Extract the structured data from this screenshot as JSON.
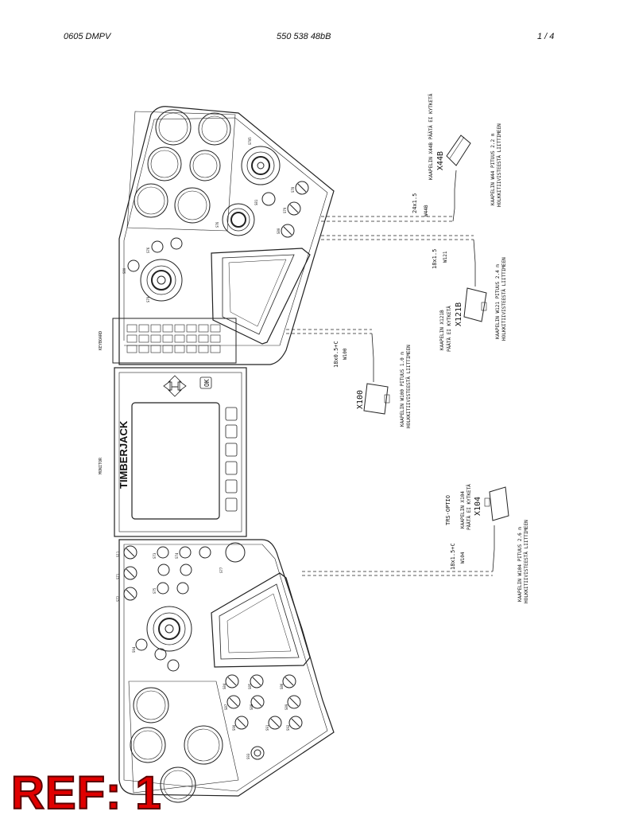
{
  "header": {
    "left": "0605 DMPV",
    "center": "550 538 48bB",
    "right": "1 /  4"
  },
  "ref": "REF: 1",
  "panel_labels": {
    "keyboard": "KEYBOARD",
    "monitor": "MONITOR",
    "brand": "TIMBERJACK",
    "ok": "OK"
  },
  "top_panel_labels": [
    "S705",
    "S76",
    "S78",
    "S79",
    "S81",
    "S80",
    "S76",
    "S79",
    "S80"
  ],
  "bottom_panel_labels": [
    "S77",
    "S11",
    "S71",
    "S72",
    "S73",
    "S74",
    "S75",
    "S84",
    "S85",
    "S86",
    "S87",
    "S88",
    "S89",
    "S90",
    "S91",
    "S92",
    "S93",
    "S94"
  ],
  "cables": [
    {
      "id": "x44b",
      "size": "24x1.5",
      "wire": "W44B",
      "connector": "X44B",
      "note1": "KAAPELIN X44B PÄÄTÄ EI KYTKETÄ",
      "note2": "KAAPELIN W44 PITUUS 2.2 m",
      "note3": "HOLKKITIIVISTEESTÄ LIITTIMEEN"
    },
    {
      "id": "x121b",
      "size": "18x1.5",
      "wire": "W121",
      "connector": "X121B",
      "note1": "KAAPELIN X121B",
      "note1b": "PÄÄTÄ EI KYTKETÄ",
      "note2": "KAAPELIN W121 PITUUS 2.4 m",
      "note3": "HOLKKITIIVISTEESTÄ LIITTIMEEN"
    },
    {
      "id": "x100",
      "size": "18x0.5+C",
      "wire": "W100",
      "connector": "X100",
      "note2": "KAAPELIN W100 PITUUS 1.0 m",
      "note3": "HOLKKITIIVISTEESTÄ LIITTIMEEN"
    },
    {
      "id": "x104",
      "size": "18x1.5+C",
      "wire": "W104",
      "connector": "X104",
      "pre": "TRS-OPTIO",
      "note1": "KAAPELIN X104",
      "note1b": "PÄÄTÄ EI KYTKETÄ",
      "note2": "KAAPELIN W104 PITUUS 2.6 m",
      "note3": "HOLKKITIIVISTEESTÄ LIITTIMEEN"
    }
  ],
  "colors": {
    "line": "#222222",
    "ref": "#e00000"
  }
}
